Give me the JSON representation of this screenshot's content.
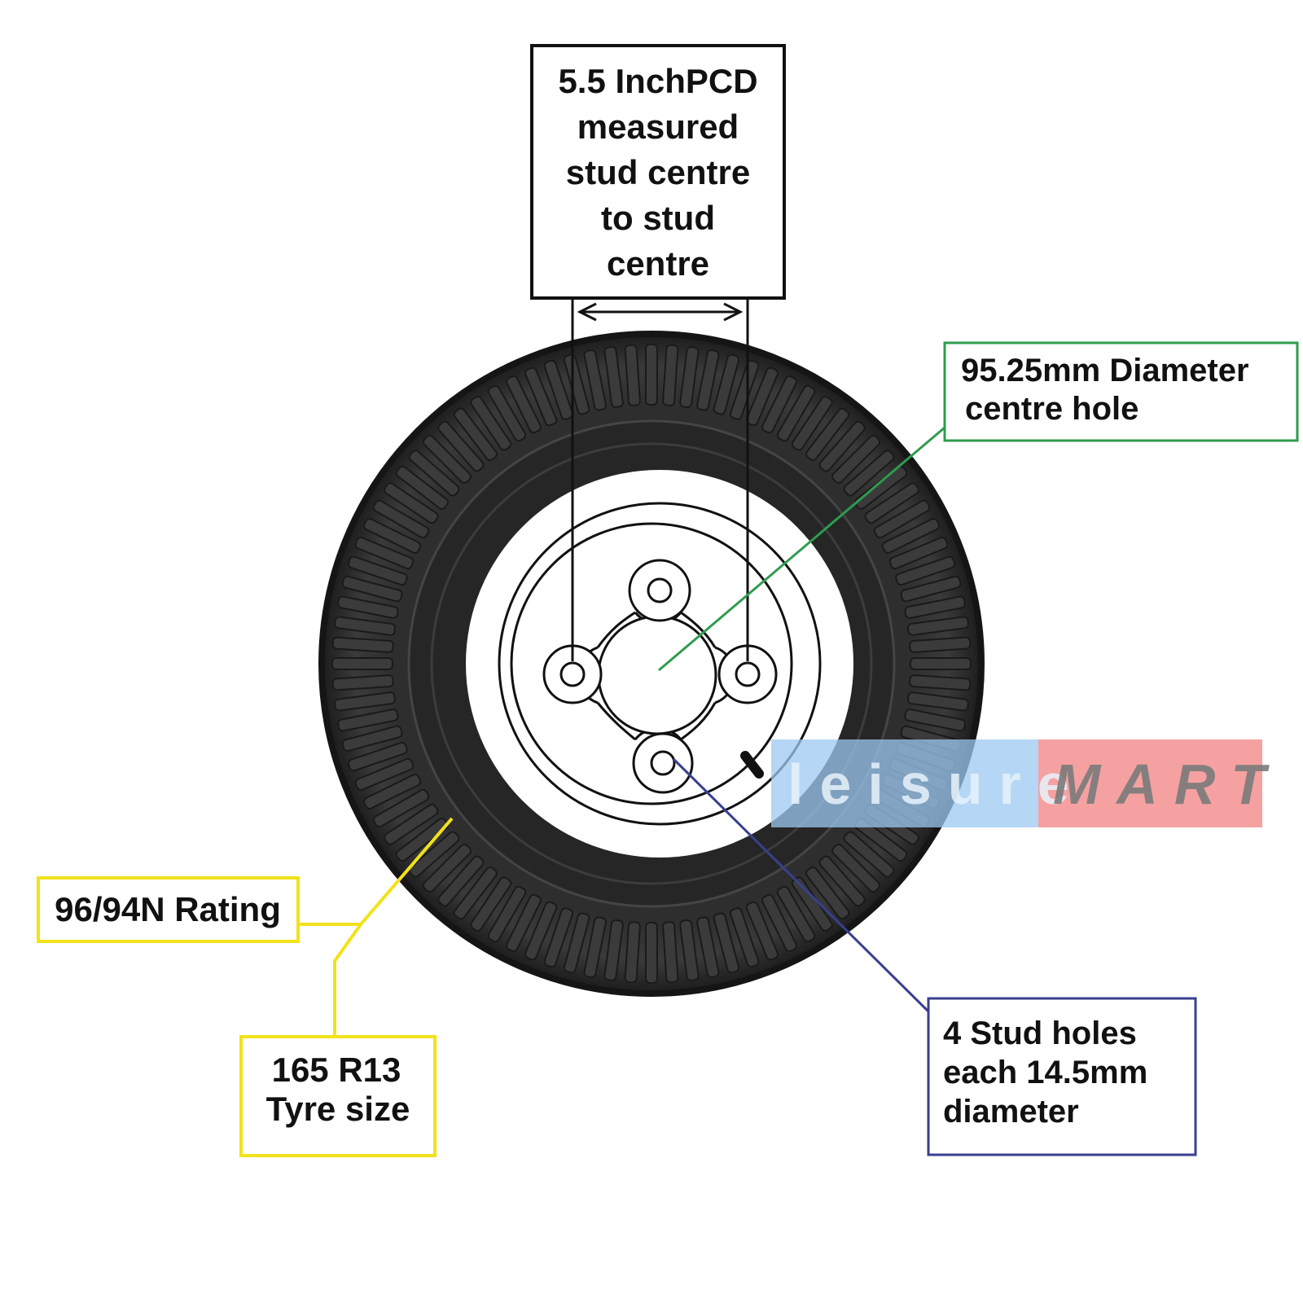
{
  "labels": {
    "pcd": [
      "5.5 InchPCD",
      "measured",
      "stud centre",
      "to stud",
      "centre"
    ],
    "centre_hole": [
      "95.25mm Diameter",
      "centre hole"
    ],
    "rating": "96/94N Rating",
    "tyre_size": [
      "165 R13",
      "Tyre size"
    ],
    "stud_holes": [
      "4 Stud holes",
      "each 14.5mm",
      "diameter"
    ]
  },
  "watermark": {
    "left": "leisure",
    "right": "MART"
  },
  "colors": {
    "pcd_box": "#111111",
    "centre_hole_box": "#2e9c4e",
    "rating_box": "#f2e21a",
    "stud_holes_box": "#3a3f8f",
    "watermark_left_bg": "#9ccaf2",
    "watermark_right_bg": "#f28a8a",
    "tyre": "#2b2b2b"
  }
}
